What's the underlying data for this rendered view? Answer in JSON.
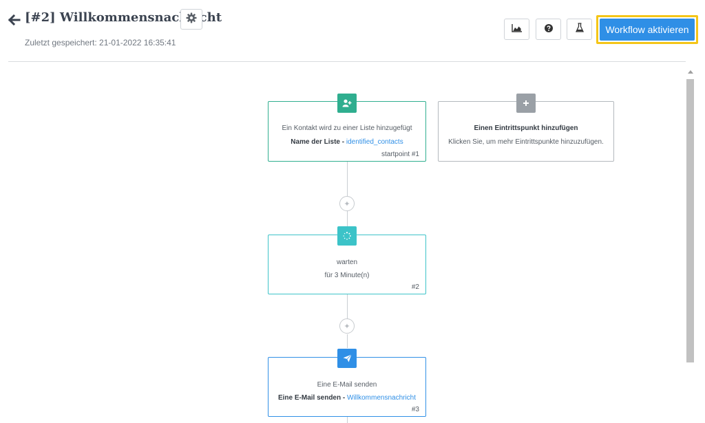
{
  "header": {
    "title": "[#2] Willkommensnachricht",
    "saved_text": "Zuletzt gespeichert: 21-01-2022 16:35:41",
    "activate_label": "Workflow aktivieren"
  },
  "workflow": {
    "startpoint": {
      "text": "Ein Kontakt wird zu einer Liste hinzugefügt",
      "list_label": "Name der Liste - ",
      "list_value": "identified_contacts",
      "id": "startpoint #1"
    },
    "add_entry": {
      "title": "Einen Eintrittspunkt hinzufügen",
      "subtitle": "Klicken Sie, um mehr Eintrittspunkte hinzuzufügen."
    },
    "wait": {
      "title": "warten",
      "detail": "für 3 Minute(n)",
      "id": "#2"
    },
    "email": {
      "title": "Eine E-Mail senden",
      "detail_label": "Eine E-Mail senden - ",
      "detail_value": "Willkommensnachricht",
      "id": "#3"
    }
  },
  "colors": {
    "startpoint": "#2fae8f",
    "add_entry": "#9aa0a6",
    "wait": "#3cc3c8",
    "email": "#2f8fe6",
    "highlight": "#f5c518"
  },
  "icons": {
    "back": "arrow-left-icon",
    "settings": "gear-icon",
    "stats": "area-chart-icon",
    "help": "question-circle-icon",
    "test": "flask-icon",
    "startpoint": "user-plus-icon",
    "add_entry": "plus-icon",
    "wait": "spinner-icon",
    "email": "paper-plane-icon"
  }
}
